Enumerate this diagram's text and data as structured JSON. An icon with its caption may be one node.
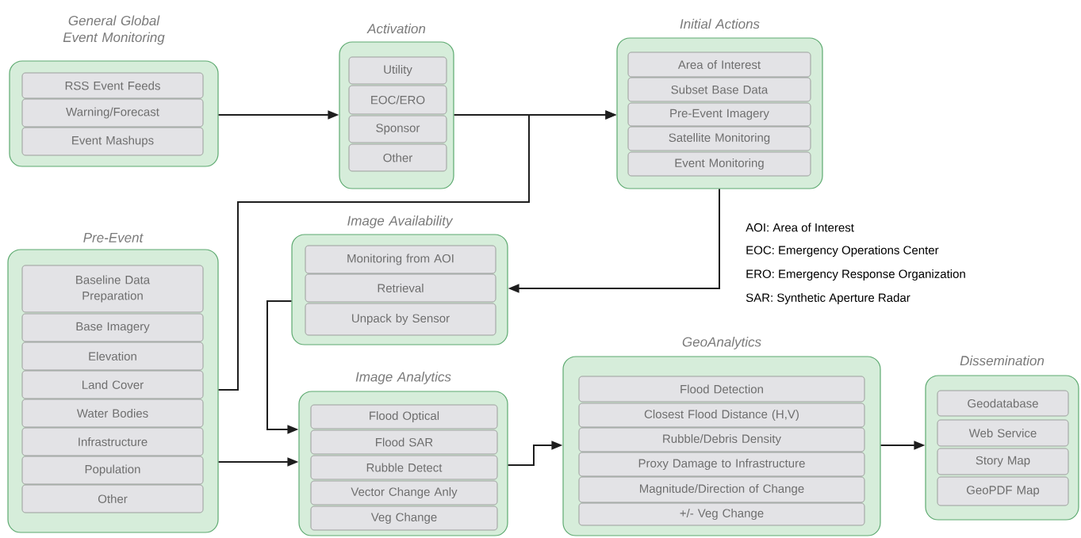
{
  "diagram": {
    "nodes": [
      {
        "text": [
          "General Global Event Monitoring"
        ]
      },
      {
        "text": [
          "RSS Event Feeds"
        ],
        "in": 0
      },
      {
        "text": [
          "Warning/Forecast"
        ],
        "in": 0
      },
      {
        "text": [
          "Event Mashups"
        ],
        "in": 0
      },
      {
        "text": [
          "Activation"
        ]
      },
      {
        "text": [
          "Utility"
        ],
        "in": 4
      },
      {
        "text": [
          "EOC/ERO"
        ],
        "in": 4
      },
      {
        "text": [
          "Sponsor"
        ],
        "in": 4
      },
      {
        "text": [
          "Other"
        ],
        "in": 4
      },
      {
        "text": [
          "Initial Actions"
        ]
      },
      {
        "text": [
          "Area of Interest"
        ],
        "in": 9
      },
      {
        "text": [
          "Subset Base Data"
        ],
        "in": 9
      },
      {
        "text": [
          "Pre-Event Imagery"
        ],
        "in": 9
      },
      {
        "text": [
          "Satellite Monitoring"
        ],
        "in": 9
      },
      {
        "text": [
          "Event Monitoring"
        ],
        "in": 9
      },
      {
        "text": [
          "Pre-Event"
        ]
      },
      {
        "text": [
          "Baseline Data Preparation"
        ],
        "in": 15
      },
      {
        "text": [
          "Base Imagery"
        ],
        "in": 15
      },
      {
        "text": [
          "Elevation"
        ],
        "in": 15
      },
      {
        "text": [
          "Land Cover"
        ],
        "in": 15
      },
      {
        "text": [
          "Water Bodies"
        ],
        "in": 15
      },
      {
        "text": [
          "Infrastructure"
        ],
        "in": 15
      },
      {
        "text": [
          "Population"
        ],
        "in": 15
      },
      {
        "text": [
          "Other"
        ],
        "in": 15
      },
      {
        "text": [
          "Image Availability"
        ]
      },
      {
        "text": [
          "Monitoring from AOI"
        ],
        "in": 24
      },
      {
        "text": [
          "Retrieval"
        ],
        "in": 24
      },
      {
        "text": [
          "Unpack by Sensor"
        ],
        "in": 24
      },
      {
        "text": [
          "Image Analytics"
        ]
      },
      {
        "text": [
          "Flood Optical"
        ],
        "in": 28
      },
      {
        "text": [
          "Flood SAR"
        ],
        "in": 28
      },
      {
        "text": [
          "Rubble Detect"
        ],
        "in": 28
      },
      {
        "text": [
          "Vector Change Anly"
        ],
        "in": 28
      },
      {
        "text": [
          "Veg Change"
        ],
        "in": 28
      },
      {
        "text": [
          "GeoAnalytics"
        ]
      },
      {
        "text": [
          "Flood Detection"
        ],
        "in": 34
      },
      {
        "text": [
          "Closest Flood Distance (H,V)"
        ],
        "in": 34
      },
      {
        "text": [
          "Rubble/Debris Density"
        ],
        "in": 34
      },
      {
        "text": [
          "Proxy Damage to Infrastructure"
        ],
        "in": 34
      },
      {
        "text": [
          "Magnitude/Direction of Change"
        ],
        "in": 34
      },
      {
        "text": [
          "+/- Veg Change"
        ],
        "in": 34
      },
      {
        "text": [
          "Dissemination"
        ]
      },
      {
        "text": [
          "Geodatabase"
        ],
        "in": 41
      },
      {
        "text": [
          "Web Service"
        ],
        "in": 41
      },
      {
        "text": [
          "Story Map"
        ],
        "in": 41
      },
      {
        "text": [
          "GeoPDF Map"
        ],
        "in": 41
      }
    ],
    "edges": [
      {
        "from": 0,
        "to": 4,
        "arrow": "to"
      },
      {
        "from": 4,
        "to": 9,
        "arrow": "to"
      },
      {
        "from": 15,
        "to": 9,
        "arrow": "to"
      },
      {
        "from": 9,
        "to": 24,
        "arrow": "to"
      },
      {
        "from": 24,
        "to": 28,
        "arrow": "to"
      },
      {
        "from": 15,
        "to": 28,
        "arrow": "to"
      },
      {
        "from": 28,
        "to": 34,
        "arrow": "to"
      },
      {
        "from": 34,
        "to": 41,
        "arrow": "to"
      }
    ],
    "labels": [
      "AOI: Area of Interest",
      "EOC: Emergency Operations Center",
      "ERO: Emergency Response Organization",
      "SAR: Synthetic Aperture Radar"
    ]
  }
}
